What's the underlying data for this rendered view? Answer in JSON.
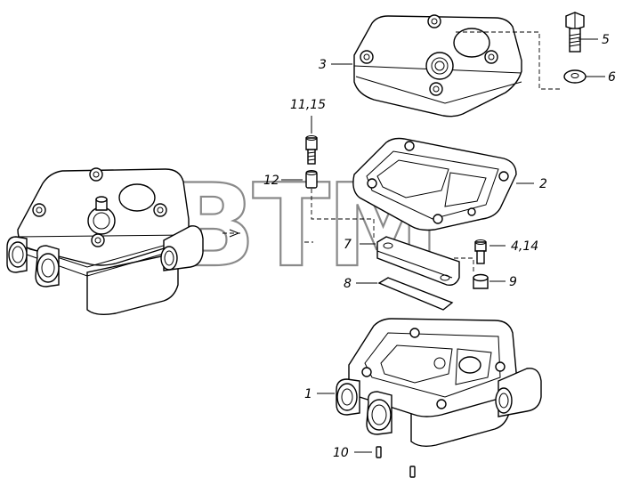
{
  "watermark": {
    "text": "BTM",
    "mark": "®"
  },
  "callouts": {
    "p1": "1",
    "p2": "2",
    "p3": "3",
    "p4_14": "4,14",
    "p5": "5",
    "p6": "6",
    "p7": "7",
    "p8": "8",
    "p9": "9",
    "p10": "10",
    "p11_15": "11,15",
    "p12": "12"
  }
}
